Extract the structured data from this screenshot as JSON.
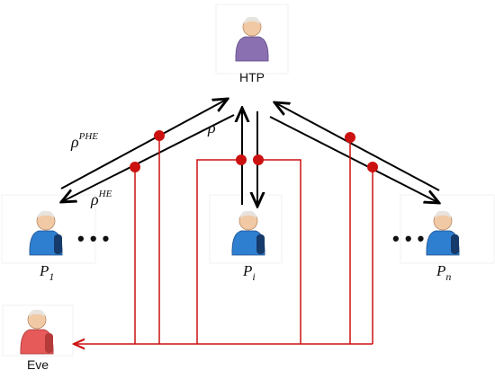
{
  "nodes": {
    "htp": {
      "label": "HTP",
      "role": "user-icon",
      "color": "#8a70b0"
    },
    "p1": {
      "label_main": "P",
      "label_sub": "1",
      "role": "user-icon",
      "color": "#2f7fd0"
    },
    "pi": {
      "label_main": "P",
      "label_sub": "i",
      "role": "user-icon",
      "color": "#2f7fd0"
    },
    "pn": {
      "label_main": "P",
      "label_sub": "n",
      "role": "user-icon",
      "color": "#2f7fd0"
    },
    "eve": {
      "label": "Eve",
      "role": "user-icon",
      "color": "#e65a5a"
    }
  },
  "edge_labels": {
    "rho_phe_base": "ρ",
    "rho_phe_sup": "PHE",
    "rho": "ρ",
    "rho_he_base": "ρ",
    "rho_he_sup": "HE"
  },
  "ellipsis": {
    "left": "• • •",
    "right": "• • •"
  },
  "colors": {
    "channel": "#000000",
    "tap": "#cc1111",
    "tap_dot": "#cc1111"
  },
  "icons": {
    "person": "person-icon",
    "tap": "eavesdrop-tap-dot"
  }
}
